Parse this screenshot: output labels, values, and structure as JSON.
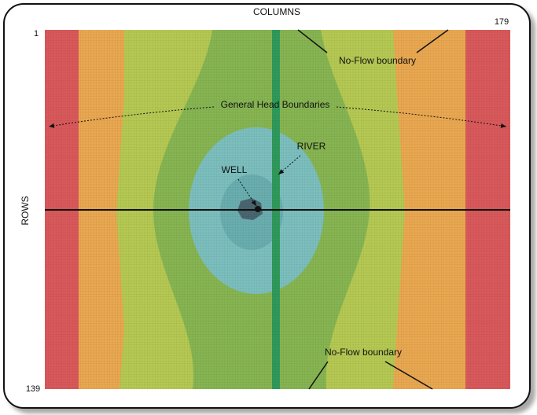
{
  "labels": {
    "columns_axis": "COLUMNS",
    "rows_axis": "ROWS",
    "col_start": "1",
    "col_end": "179",
    "row_start": "1",
    "row_end": "139",
    "noflow_top": "No-Flow boundary",
    "noflow_bottom": "No-Flow boundary",
    "general_head": "General Head Boundaries",
    "river": "RIVER",
    "well": "WELL"
  },
  "colors": {
    "red_zone": "#d9595b",
    "orange_zone": "#eaa851",
    "yellowgreen_zone": "#b5c953",
    "green_zone": "#87b552",
    "lightblue_zone": "#7cbfbe",
    "inner_blue_zone": "#6aaeb0",
    "well_cells": "#4a6670",
    "river": "#2f9a5b",
    "section_line": "#111111"
  }
}
